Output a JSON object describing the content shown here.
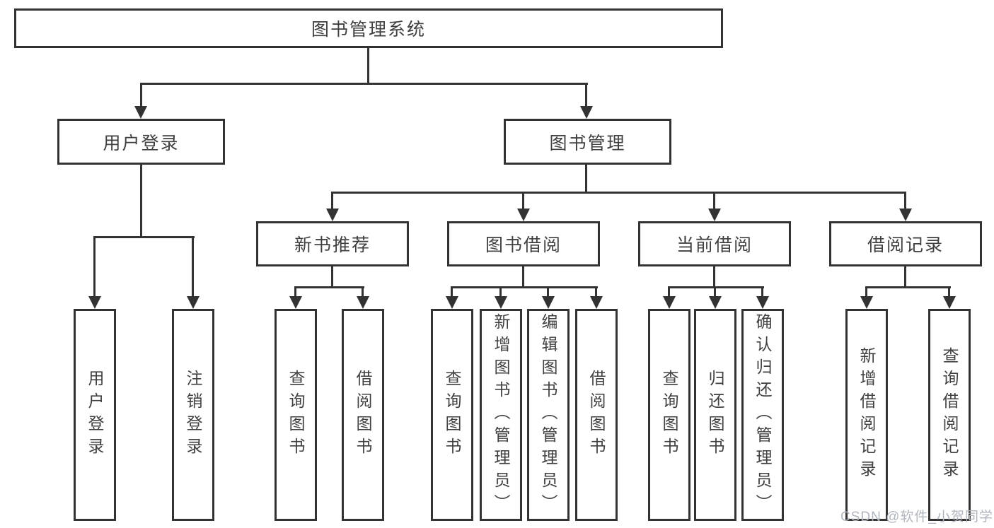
{
  "colors": {
    "line": "#333333",
    "text": "#404040",
    "bg": "#ffffff",
    "wm": "#b0b6bf"
  },
  "nodes": {
    "root": {
      "label": "图书管理系统"
    },
    "level2": [
      {
        "label": "用户登录"
      },
      {
        "label": "图书管理"
      }
    ],
    "level3": [
      {
        "label": "新书推荐",
        "parent": "图书管理"
      },
      {
        "label": "图书借阅",
        "parent": "图书管理"
      },
      {
        "label": "当前借阅",
        "parent": "图书管理"
      },
      {
        "label": "借阅记录",
        "parent": "图书管理"
      }
    ],
    "level4": [
      {
        "label": "用户登录",
        "parent": "用户登录"
      },
      {
        "label": "注销登录",
        "parent": "用户登录"
      },
      {
        "label": "查询图书",
        "parent": "新书推荐"
      },
      {
        "label": "借阅图书",
        "parent": "新书推荐"
      },
      {
        "label": "查询图书",
        "parent": "图书借阅"
      },
      {
        "label": "新增图书（管理员）",
        "parent": "图书借阅"
      },
      {
        "label": "编辑图书（管理员）",
        "parent": "图书借阅"
      },
      {
        "label": "借阅图书",
        "parent": "图书借阅"
      },
      {
        "label": "查询图书",
        "parent": "当前借阅"
      },
      {
        "label": "归还图书",
        "parent": "当前借阅"
      },
      {
        "label": "确认归还（管理员）",
        "parent": "当前借阅"
      },
      {
        "label": "新增借阅记录",
        "parent": "借阅记录"
      },
      {
        "label": "查询借阅记录",
        "parent": "借阅记录"
      }
    ]
  },
  "watermark": {
    "text": "CSDN @软件_小贺同学"
  }
}
